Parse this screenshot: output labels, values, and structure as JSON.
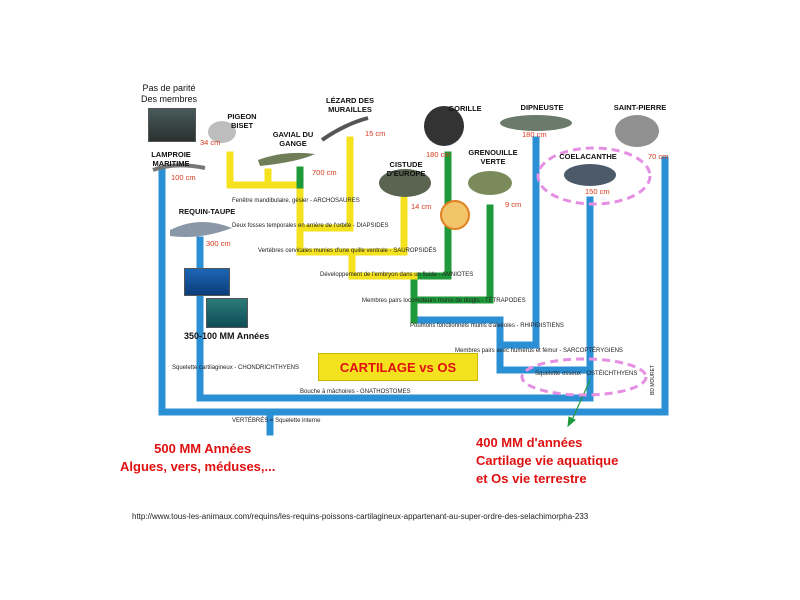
{
  "title_box": "CARTILAGE vs OS",
  "parity_note": [
    "Pas de parité",
    "Des membres"
  ],
  "era_label": "350-100 MM Années",
  "left_note": [
    "500 MM Années",
    "Algues, vers, méduses,..."
  ],
  "right_note": [
    "400 MM d'années",
    "Cartilage vie aquatique",
    "et  Os vie terrestre"
  ],
  "url": "http://www.tous-les-animaux.com/requins/les-requins-poissons-cartilagineux-appartenant-au-super-ordre-des-selachimorpha-233",
  "credit": "BD MOURET",
  "animals": {
    "lamproie": {
      "name": "LAMPROIE\nMARITIME",
      "size": "100 cm"
    },
    "pigeon": {
      "name": "PIGEON\nBISET",
      "size": "34 cm"
    },
    "gavial": {
      "name": "GAVIAL DU GANGE",
      "size": "700 cm"
    },
    "lezard": {
      "name": "LÉZARD DES\nMURAILLES",
      "size": "15 cm"
    },
    "cistude": {
      "name": "CISTUDE D'EUROPE",
      "size": "14 cm"
    },
    "gorille": {
      "name": "GORILLE",
      "size": "180 cm"
    },
    "grenouille": {
      "name": "GRENOUILLE\nVERTE",
      "size": "9 cm"
    },
    "dipneuste": {
      "name": "DIPNEUSTE",
      "size": "180 cm"
    },
    "coelacanthe": {
      "name": "COELACANTHE",
      "size": "150 cm"
    },
    "saintpierre": {
      "name": "SAINT-PIERRE",
      "size": "70 cm"
    },
    "requin": {
      "name": "REQUIN-TAUPE",
      "size": "300 cm"
    }
  },
  "nodes": {
    "archosaures": "Fenêtre mandibulaire, gésier - ARCHOSAURES",
    "diapsides": "Deux fosses temporales en arrière de l'orbite - DIAPSIDES",
    "sauropsides": "Vertèbres cervicales munies d'une quille ventrale - SAUROPSIDÉS",
    "amniotes": "Développement de l'embryon dans un fluide - AMNIOTES",
    "tetrapodes": "Membres pairs locomoteurs munis de doigts - TÉTRAPODES",
    "rhipidistiens": "Poumons fonctionnels munis d'alvéoles - RHIPIDISTIENS",
    "sarcopterygiens": "Membres pairs avec humérus et fémur - SARCOPTÉRYGIENS",
    "chondrichthyens": "Squelette cartilagineux - CHONDRICHTHYENS",
    "osteichthyens": "Squelette osseux - OSTÉICHTHYENS",
    "gnathostomes": "Bouche à mâchoires - GNATHOSTOMES",
    "vertebres": "VERTÉBRÉS = Squelette interne"
  },
  "colors": {
    "blue": "#2b8fd4",
    "yellow": "#f4e21f",
    "green": "#1f9a3a",
    "pink": "#e58fe3",
    "red": "#e01010"
  }
}
